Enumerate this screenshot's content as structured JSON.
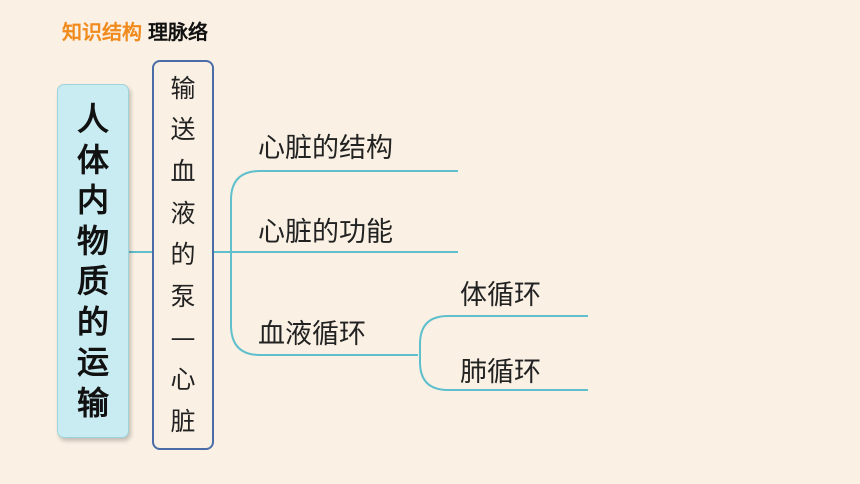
{
  "header": {
    "accent": "知识结构",
    "rest": "理脉络"
  },
  "root": {
    "chars": [
      "人",
      "体",
      "内",
      "物",
      "质",
      "的",
      "运",
      "输"
    ]
  },
  "pump": {
    "chars": [
      "输",
      "送",
      "血",
      "液",
      "的",
      "泵",
      "—",
      "心",
      "脏"
    ]
  },
  "branches": {
    "structure": "心脏的结构",
    "function": "心脏的功能",
    "circulation": "血液循环",
    "systemic": "体循环",
    "pulmonary": "肺循环"
  },
  "colors": {
    "line": "#5fbfcd",
    "accent": "#f08a1c",
    "pump_border": "#4a6da8",
    "root_fill": "#c9ecf2"
  }
}
